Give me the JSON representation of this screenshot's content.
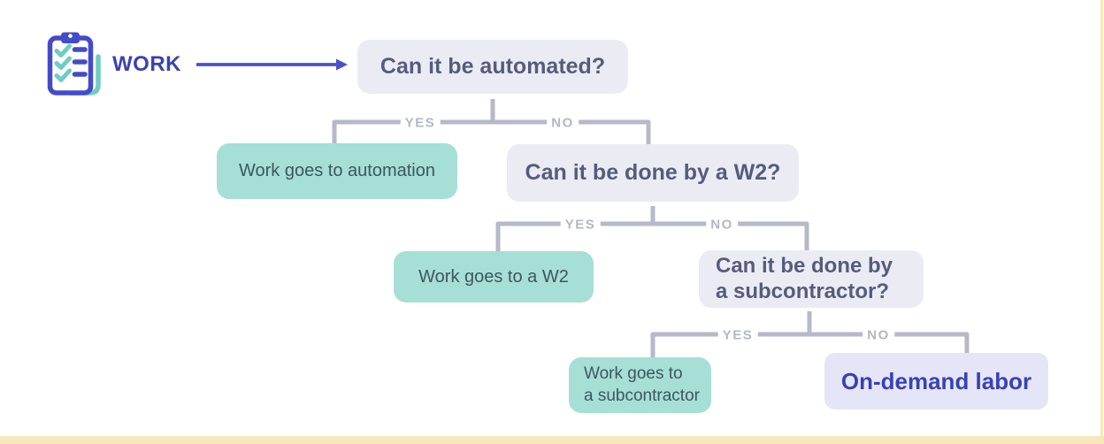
{
  "brand": {
    "label": "WORK",
    "icon": "clipboard-checklist-icon"
  },
  "flow": {
    "type": "decision-tree",
    "questions": [
      {
        "id": "q1",
        "label": "Can it be automated?"
      },
      {
        "id": "q2",
        "label": "Can it be done by a W2?"
      },
      {
        "id": "q3",
        "label": "Can it be done by\na subcontractor?"
      }
    ],
    "outcomes": [
      {
        "id": "automation",
        "label": "Work goes to automation",
        "style": "teal"
      },
      {
        "id": "w2",
        "label": "Work goes to a W2",
        "style": "teal"
      },
      {
        "id": "subcontractor",
        "label": "Work goes to\na subcontractor",
        "style": "teal"
      },
      {
        "id": "on_demand",
        "label": "On-demand labor",
        "style": "indigo-emphasis"
      }
    ],
    "edges": [
      {
        "from": "q1",
        "label": "YES",
        "to": "automation"
      },
      {
        "from": "q1",
        "label": "NO",
        "to": "q2"
      },
      {
        "from": "q2",
        "label": "YES",
        "to": "w2"
      },
      {
        "from": "q2",
        "label": "NO",
        "to": "q3"
      },
      {
        "from": "q3",
        "label": "YES",
        "to": "subcontractor"
      },
      {
        "from": "q3",
        "label": "NO",
        "to": "on_demand"
      }
    ]
  },
  "palette": {
    "question_box_fill": "#EBECF3",
    "question_text": "#555C7D",
    "outcome_box_fill": "#A6DFD6",
    "outcome_text": "#3D5660",
    "final_box_fill": "#E4E6F8",
    "final_text": "#3A41B5",
    "brand_text": "#3B42B0",
    "arrow": "#4A51C8",
    "connector_gray": "#B5B9C8",
    "icon_blue": "#444BC8",
    "icon_teal": "#6FCDC3",
    "page_edge_yellow": "#F6E8BA"
  }
}
